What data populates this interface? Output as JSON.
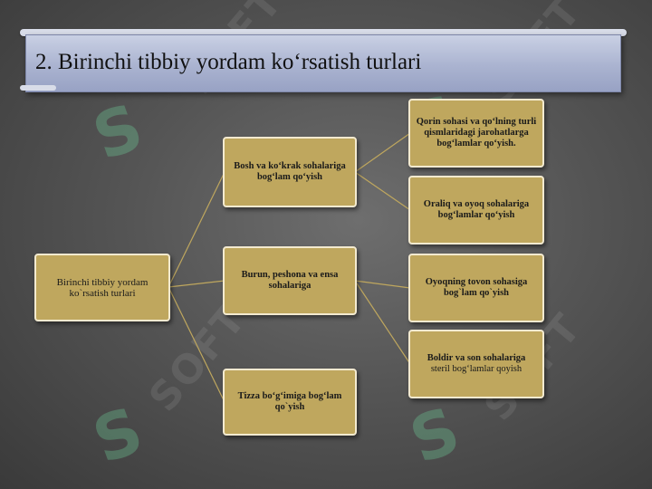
{
  "slide": {
    "title": "2. Birinchi tibbiy yordam ko‘rsatish turlari"
  },
  "diagram": {
    "root": {
      "label": "Birinchi tibbiy yordam ko`rsatish turlari"
    },
    "level1": [
      {
        "label": "Bosh va ko‘krak sohalariga bog‘lam qo‘yish"
      },
      {
        "label": "Burun, peshona va ensa sohalariga"
      },
      {
        "label": "Tizza bo‘g‘imiga bog‘lam qo`yish"
      }
    ],
    "level2": [
      {
        "label": "Qorin sohasi va qo‘lning turli qismlaridagi jarohatlarga bog‘lamlar qo‘yish."
      },
      {
        "label": "Oraliq va oyoq sohalariga bog‘lamlar qo‘yish"
      },
      {
        "label": "Oyoqning tovon sohasiga bog`lam qo`yish"
      },
      {
        "label_bold": "Boldir va son sohalariga",
        "label_plain": "steril bog‘lamlar qoyish"
      }
    ]
  },
  "watermark": {
    "mark": "S",
    "text": "SOFT"
  },
  "colors": {
    "box_fill": "#bfa75e",
    "box_border": "#f3ead0",
    "connector": "#bfa75e",
    "banner": "#aab3d0"
  }
}
